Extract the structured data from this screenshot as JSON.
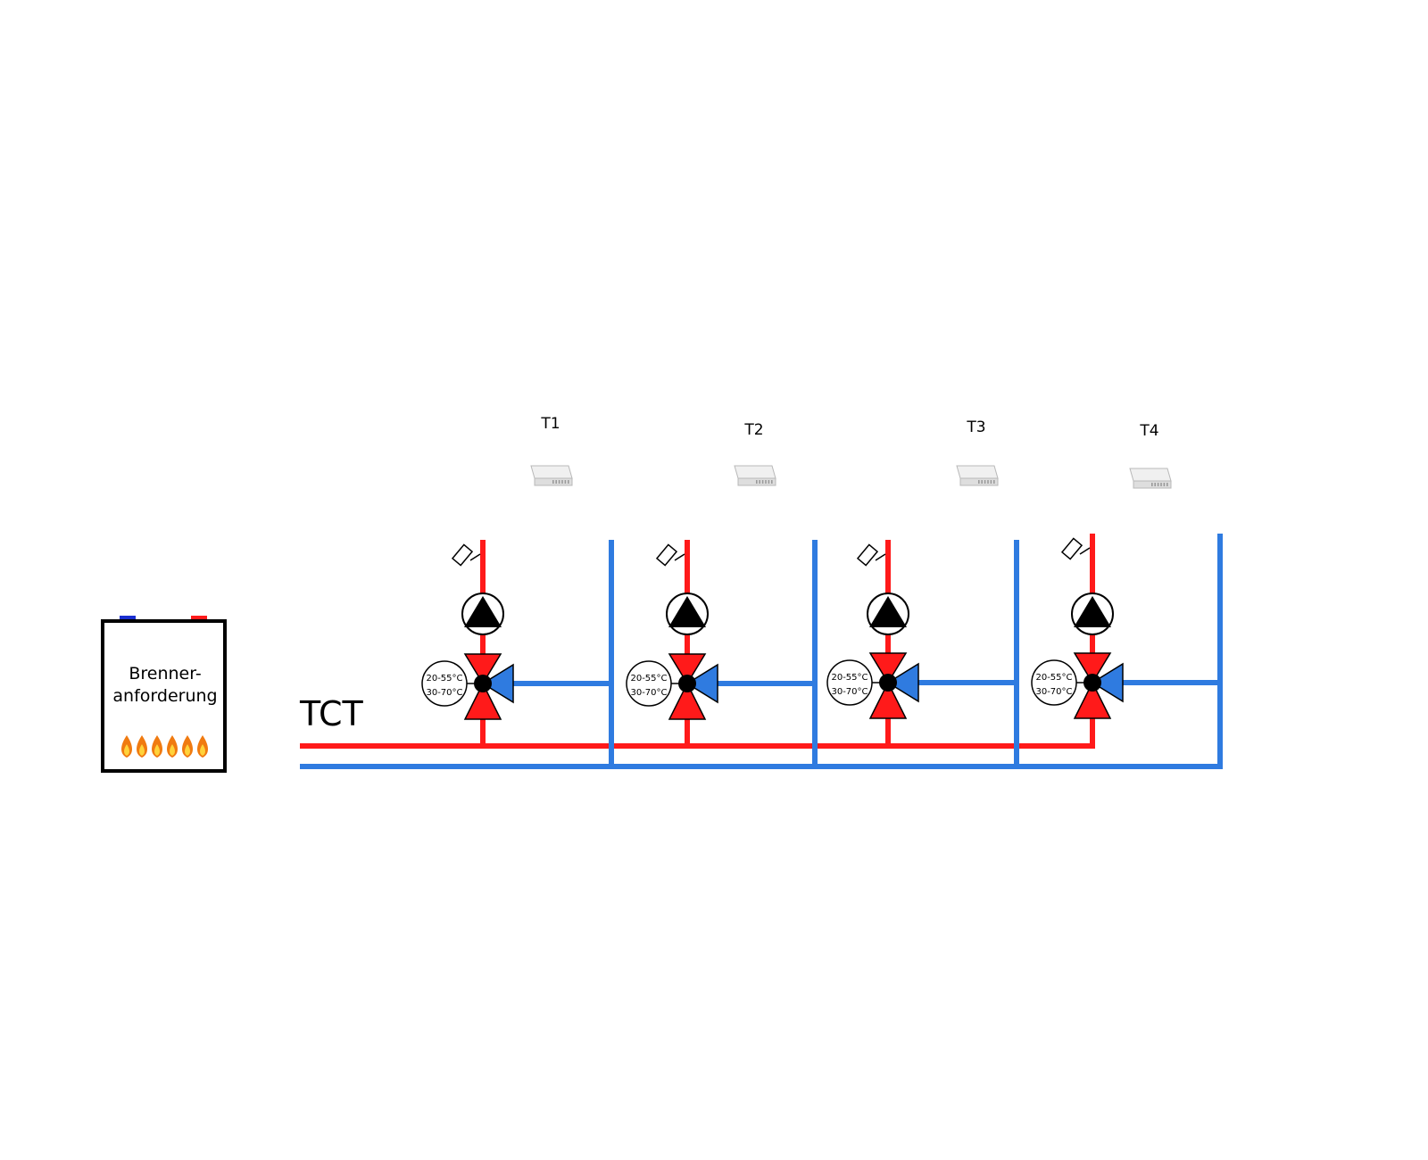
{
  "boiler": {
    "label_line1": "Brenner-",
    "label_line2": "anforderung"
  },
  "system_label": "TCT",
  "colors": {
    "supply": "#ff1a1a",
    "return": "#2f7be0",
    "valve_red": "#ff1a1a",
    "valve_blue": "#2f7be0",
    "outline": "#000000"
  },
  "circuits": [
    {
      "thermostat_label": "T1",
      "range_upper": "20-55°C",
      "range_lower": "30-70°C"
    },
    {
      "thermostat_label": "T2",
      "range_upper": "20-55°C",
      "range_lower": "30-70°C"
    },
    {
      "thermostat_label": "T3",
      "range_upper": "20-55°C",
      "range_lower": "30-70°C"
    },
    {
      "thermostat_label": "T4",
      "range_upper": "20-55°C",
      "range_lower": "30-70°C"
    }
  ],
  "icons": [
    "boiler-icon",
    "flame-icon",
    "pump-icon",
    "mixing-valve-icon",
    "temperature-sensor-icon",
    "room-thermostat-icon"
  ]
}
